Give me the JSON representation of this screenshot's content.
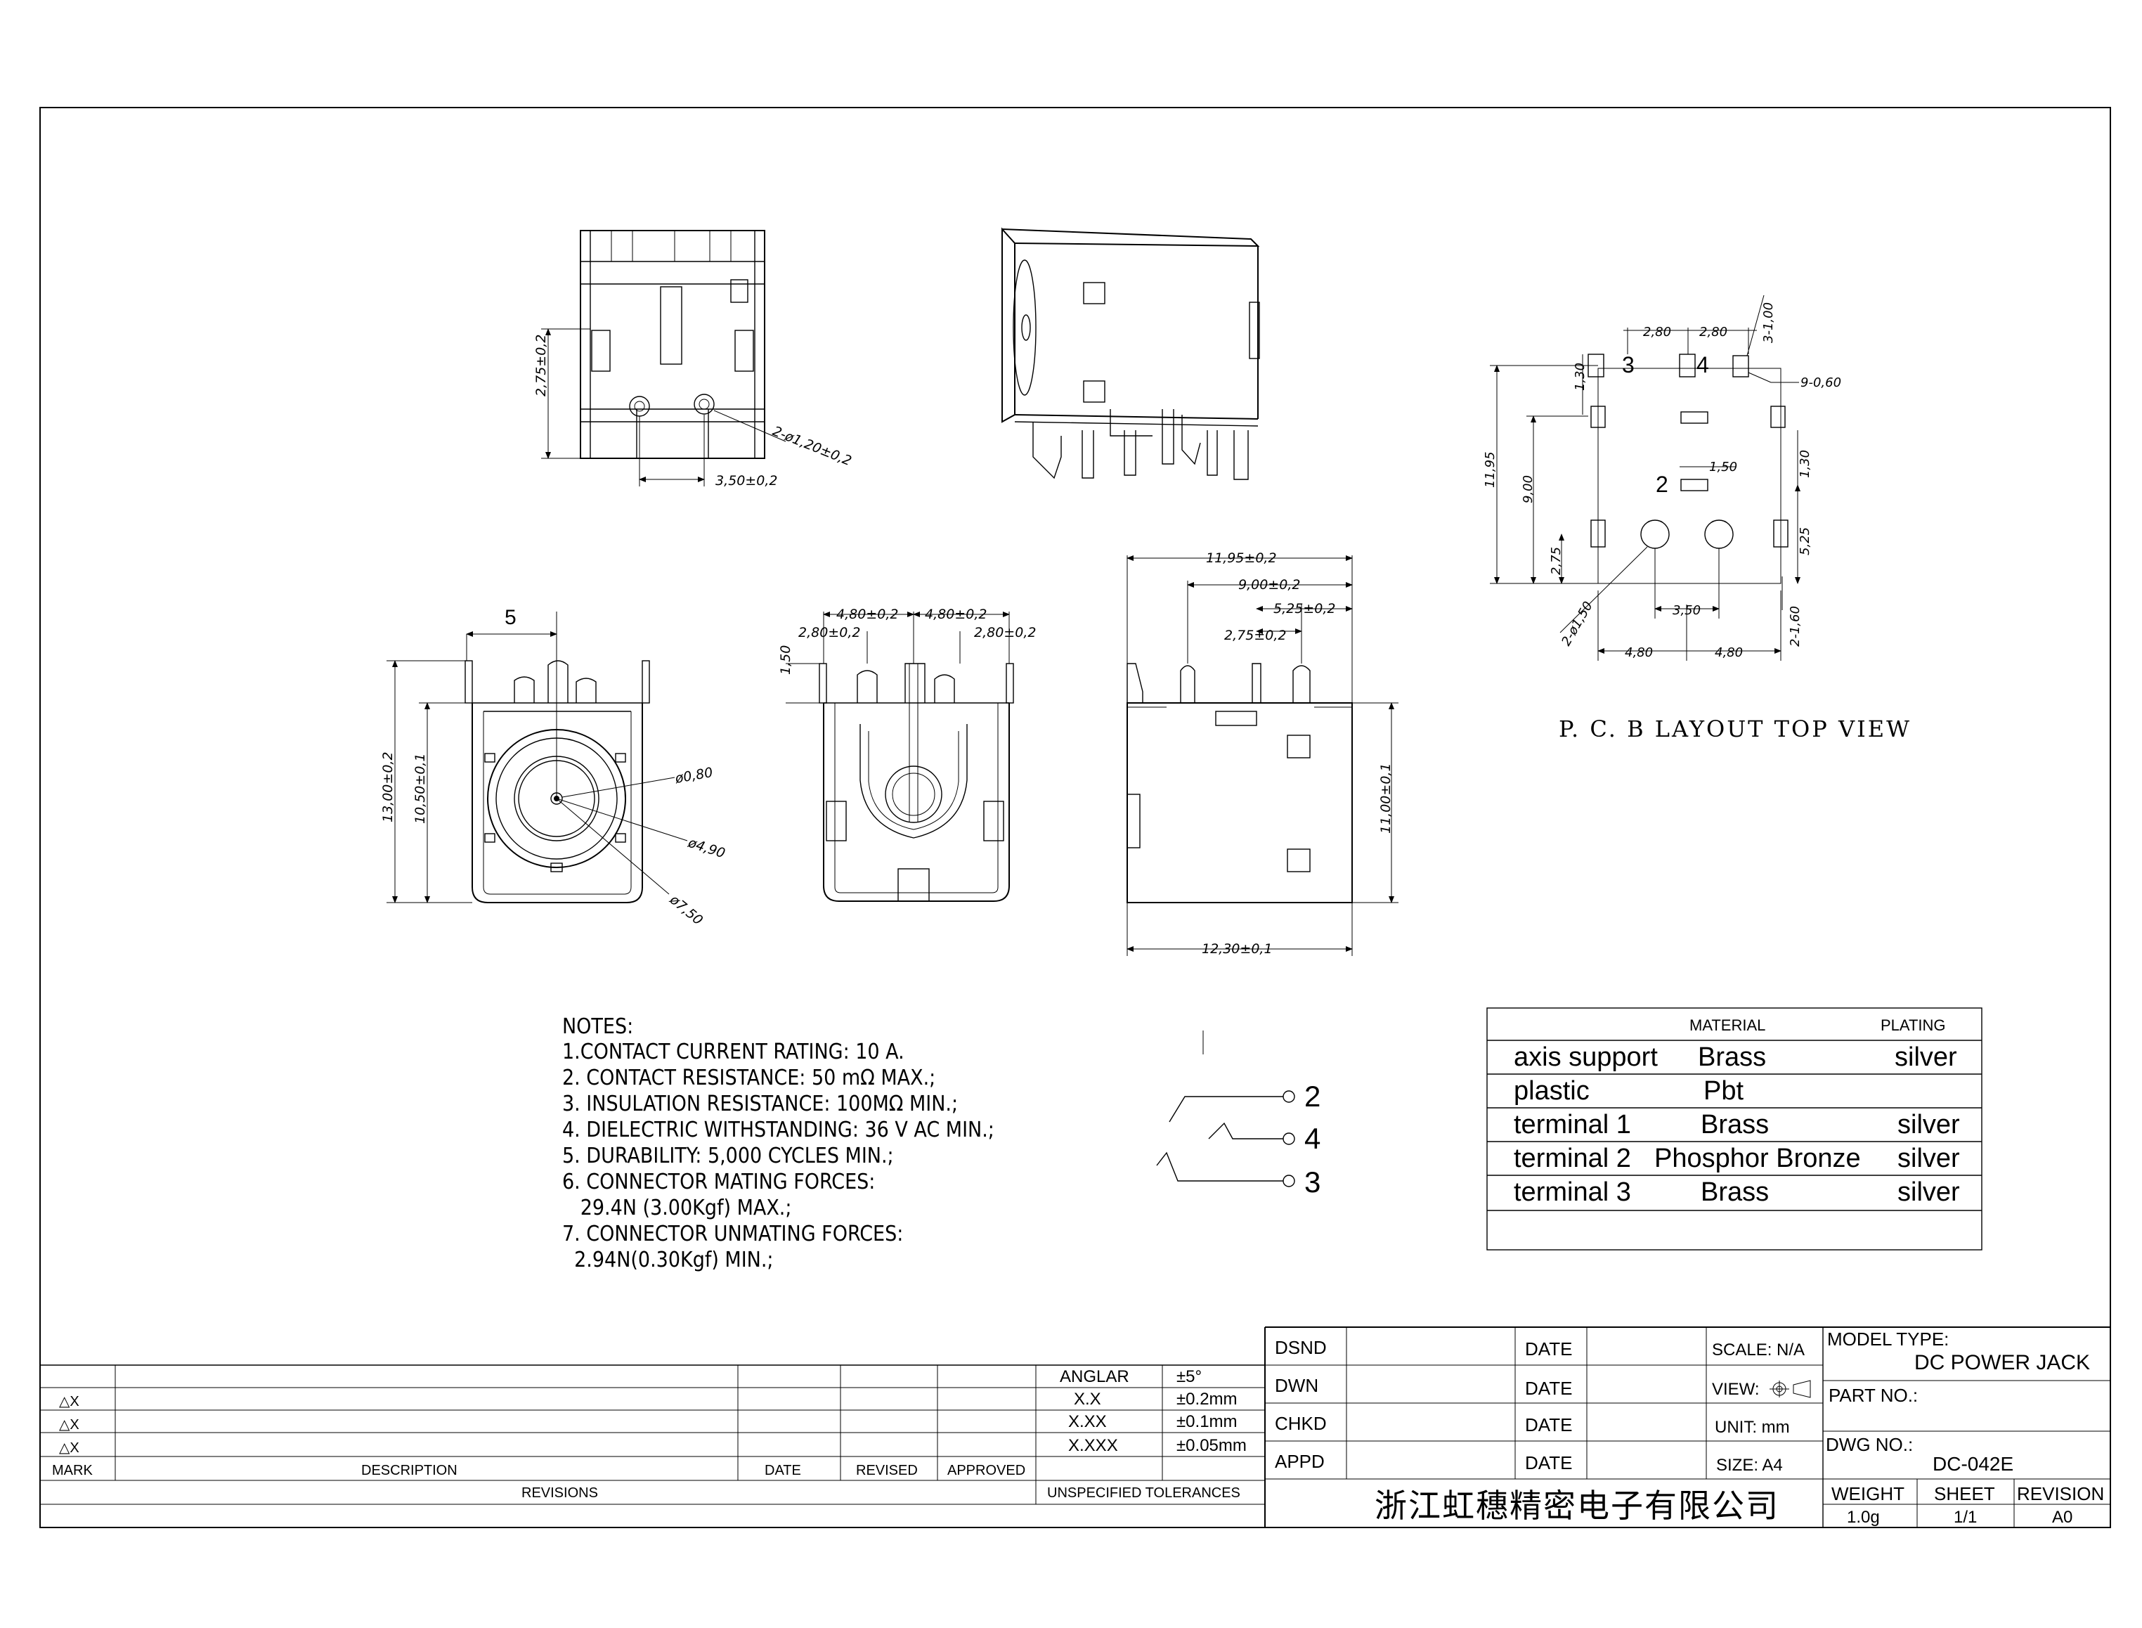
{
  "views": {
    "top": {
      "dims": [
        "2,75±0,2",
        "2-ø1,20±0,2",
        "3,50±0,2"
      ]
    },
    "front": {
      "dims": [
        "5",
        "13,00±0,2",
        "10,50±0,1",
        "ø0,80",
        "ø4,90",
        "ø7,50"
      ]
    },
    "rear": {
      "dims": [
        "4,80±0,2",
        "4,80±0,2",
        "2,80±0,2",
        "2,80±0,2",
        "1,50"
      ]
    },
    "side": {
      "dims": [
        "11,95±0,2",
        "9,00±0,2",
        "5,25±0,2",
        "2,75±0,2",
        "11,00±0,1",
        "12,30±0,1"
      ]
    },
    "pcb": {
      "dims": [
        "2,80",
        "2,80",
        "3-1,00",
        "9-0,60",
        "1,30",
        "11,95",
        "9,00",
        "1,50",
        "1,30",
        "5,25",
        "2,75",
        "2-ø1,50",
        "3,50",
        "2-1,60",
        "4,80",
        "4,80"
      ],
      "pin_labels": [
        "3",
        "4",
        "2"
      ],
      "caption": "P. C. B LAYOUT TOP VIEW"
    }
  },
  "notes": {
    "title": "NOTES:",
    "lines": [
      "1.CONTACT CURRENT RATING: 10 A.",
      "2. CONTACT RESISTANCE: 50 mΩ MAX.;",
      "3. INSULATION RESISTANCE: 100MΩ MIN.;",
      "4. DIELECTRIC WITHSTANDING: 36 V AC MIN.;",
      "5. DURABILITY: 5,000 CYCLES MIN.;",
      "6. CONNECTOR MATING FORCES:",
      "   29.4N (3.00Kgf) MAX.;",
      "7. CONNECTOR UNMATING FORCES:",
      "  2.94N(0.30Kgf) MIN.;"
    ]
  },
  "schematic": {
    "pins": [
      "2",
      "4",
      "3"
    ]
  },
  "material_table": {
    "headers": [
      "MATERIAL",
      "PLATING"
    ],
    "rows": [
      {
        "part": "axis support",
        "material": "Brass",
        "plating": "silver"
      },
      {
        "part": "plastic",
        "material": "Pbt",
        "plating": ""
      },
      {
        "part": "terminal 1",
        "material": "Brass",
        "plating": "silver"
      },
      {
        "part": "terminal 2",
        "material": "Phosphor Bronze",
        "plating": "silver"
      },
      {
        "part": "terminal 3",
        "material": "Brass",
        "plating": "silver"
      }
    ]
  },
  "revisions": {
    "rows": [
      "△X",
      "△X",
      "△X"
    ],
    "headers": [
      "MARK",
      "DESCRIPTION",
      "DATE",
      "REVISED",
      "APPROVED"
    ],
    "footer": "REVISIONS"
  },
  "tolerances": {
    "rows": [
      {
        "label": "ANGLAR",
        "value": "±5°"
      },
      {
        "label": "X.X",
        "value": "±0.2mm"
      },
      {
        "label": "X.XX",
        "value": "±0.1mm"
      },
      {
        "label": "X.XXX",
        "value": "±0.05mm"
      }
    ],
    "footer": "UNSPECIFIED TOLERANCES"
  },
  "signoff": {
    "rows": [
      "DSND",
      "DWN",
      "CHKD",
      "APPD"
    ],
    "date_label": "DATE",
    "scale": "SCALE: N/A",
    "view": "VIEW:",
    "unit": "UNIT: mm",
    "size": "SIZE: A4"
  },
  "title_block": {
    "model_type_label": "MODEL TYPE:",
    "model_type": "DC POWER JACK",
    "part_no_label": "PART NO.:",
    "dwg_no_label": "DWG NO.:",
    "dwg_no": "DC-042E",
    "company": "浙江虹穗精密电子有限公司",
    "weight_label": "WEIGHT",
    "weight": "1.0g",
    "sheet_label": "SHEET",
    "sheet": "1/1",
    "revision_label": "REVISION",
    "revision": "A0"
  }
}
